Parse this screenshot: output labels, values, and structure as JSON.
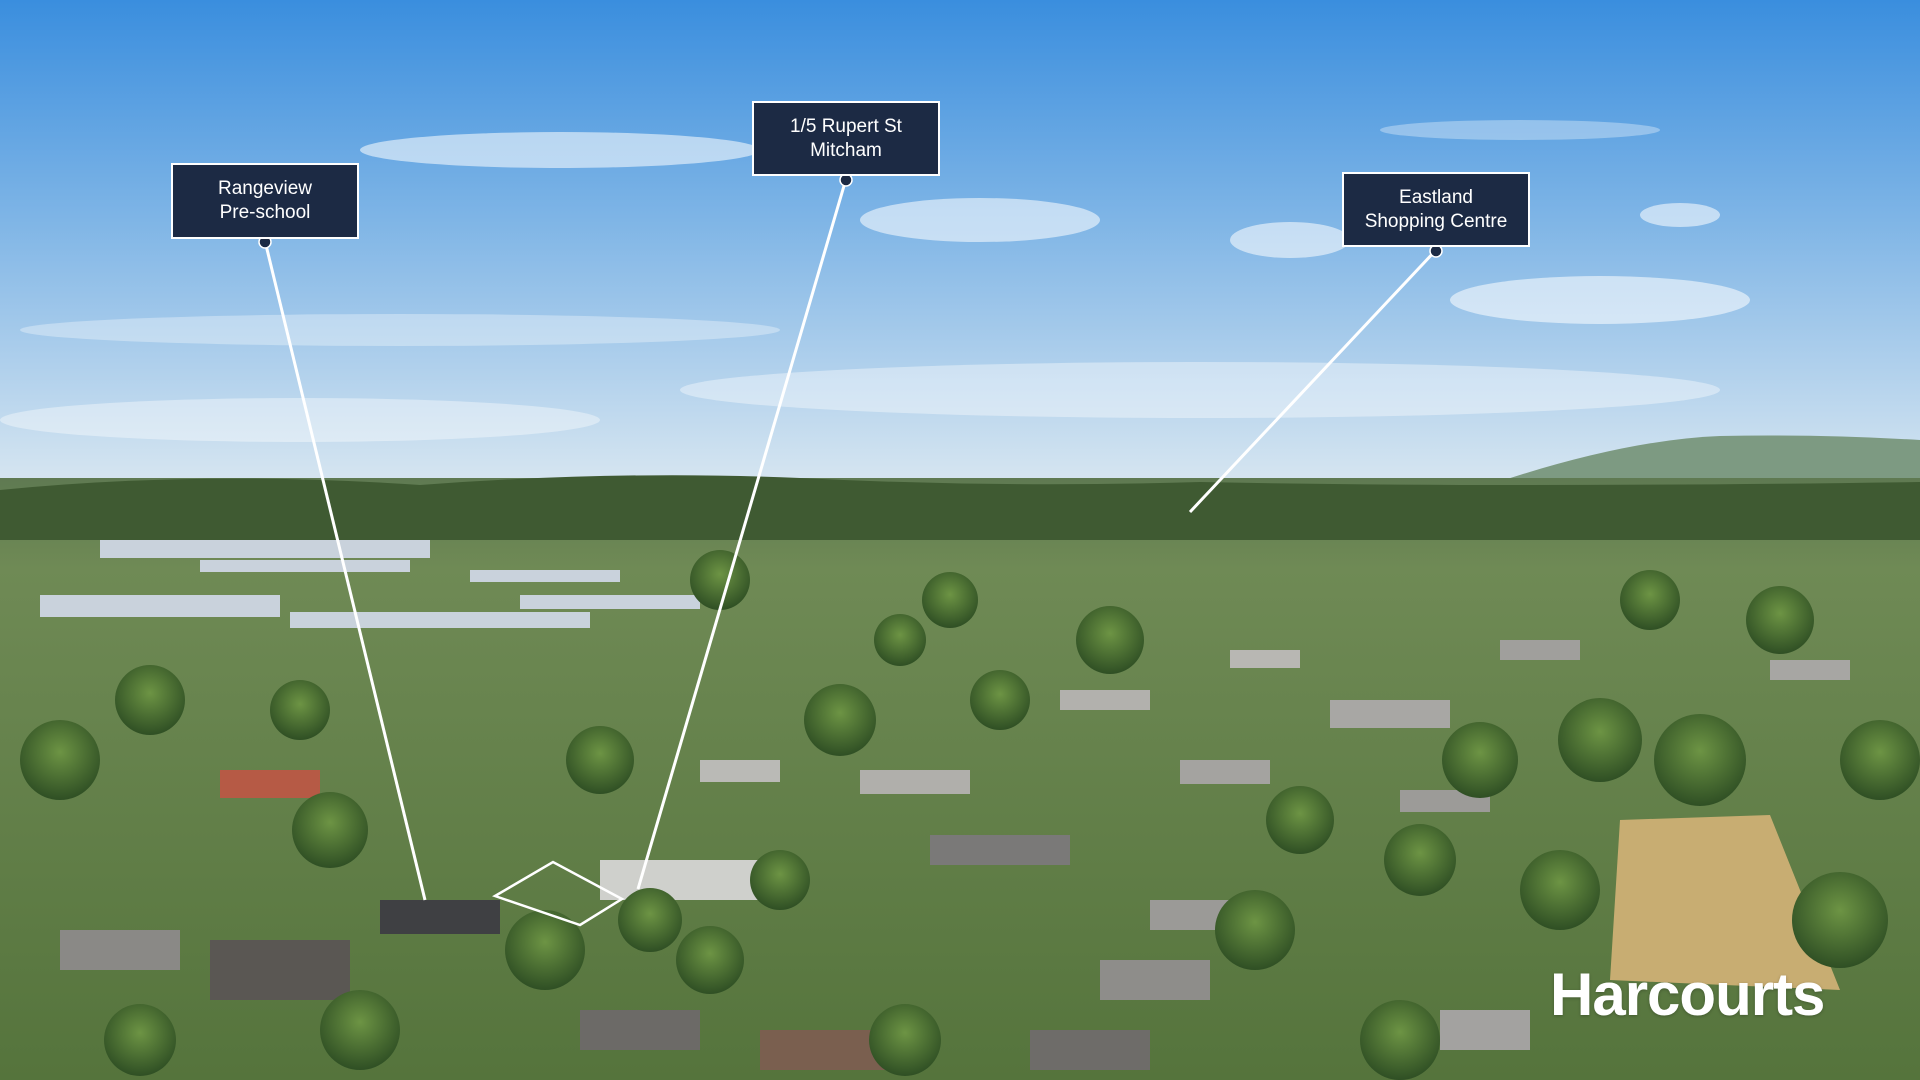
{
  "callouts": [
    {
      "line1": "Rangeview",
      "line2": "Pre-school"
    },
    {
      "line1": "1/5 Rupert St",
      "line2": "Mitcham"
    },
    {
      "line1": "Eastland",
      "line2": "Shopping Centre"
    }
  ],
  "brand": {
    "logo_text": "Harcourts"
  },
  "colors": {
    "label_background": "#1c2a44",
    "label_text": "#ffffff",
    "leader_line": "#ffffff"
  }
}
